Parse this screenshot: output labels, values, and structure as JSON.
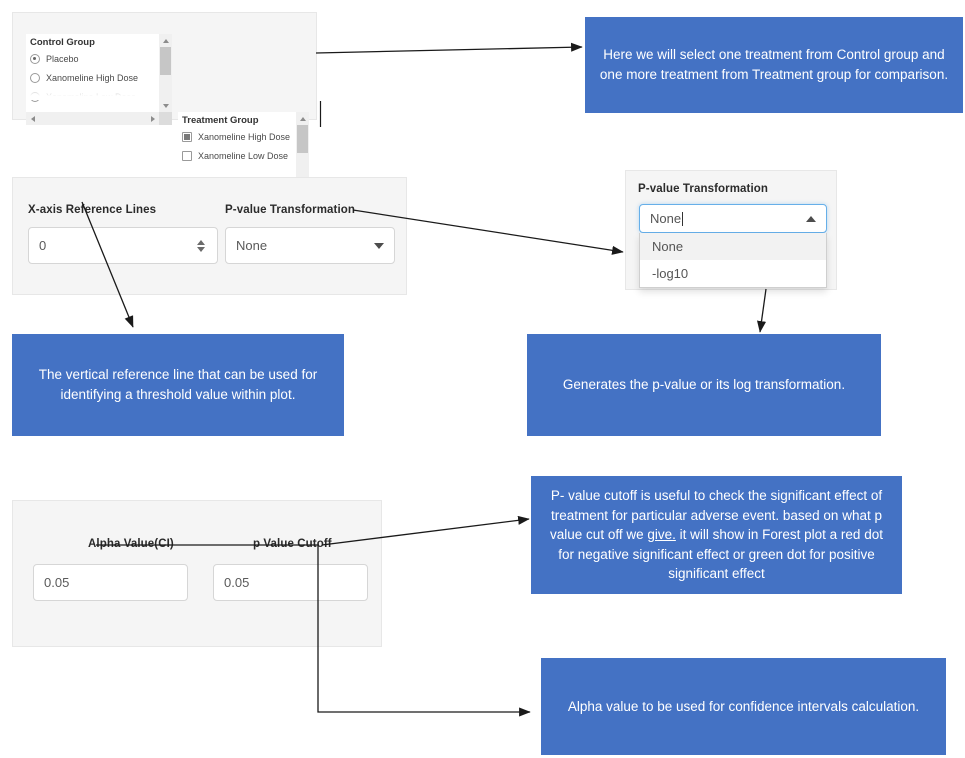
{
  "groups_panel": {
    "control": {
      "title": "Control Group",
      "options": [
        {
          "label": "Placebo",
          "type": "radio",
          "selected": true
        },
        {
          "label": "Xanomeline High Dose",
          "type": "radio",
          "selected": false
        },
        {
          "label": "Xanomeline Low Dose",
          "type": "radio",
          "selected": false
        }
      ]
    },
    "treatment": {
      "title": "Treatment Group",
      "options": [
        {
          "label": "Xanomeline High Dose",
          "type": "checkbox",
          "selected": true
        },
        {
          "label": "Xanomeline Low Dose",
          "type": "checkbox",
          "selected": false
        }
      ]
    }
  },
  "options_panel": {
    "xaxis_ref": {
      "label": "X-axis Reference Lines",
      "value": "0"
    },
    "pvalue_transform": {
      "label": "P-value Transformation",
      "value": "None"
    }
  },
  "dropdown_panel": {
    "label": "P-value Transformation",
    "value": "None",
    "options": [
      {
        "label": "None",
        "selected": true
      },
      {
        "label": "-log10",
        "selected": false
      }
    ]
  },
  "values_panel": {
    "alpha": {
      "label": "Alpha Value(CI)",
      "value": "0.05"
    },
    "pcutoff": {
      "label": "p Value Cutoff",
      "value": "0.05"
    }
  },
  "callouts": {
    "groups": "Here we will select one treatment from Control group and one more treatment from Treatment group for comparison.",
    "refline": "The vertical reference line that can be used for identifying a threshold value within plot.",
    "transform": "Generates the p-value or its log transformation.",
    "pcutoff_line1": "P- value cutoff is useful to check the significant effect of treatment for particular adverse event.",
    "pcutoff_line2a": "based on what p value cut off we ",
    "pcutoff_line2b": "give.",
    "pcutoff_line2c": " it will show in Forest plot a red dot for negative significant effect or green dot for positive significant effect",
    "alpha": "Alpha value to be used for confidence intervals calculation."
  },
  "colors": {
    "callout_blue": "#4472c4",
    "panel_gray": "#f5f5f5",
    "focus_blue": "#66afe9"
  }
}
